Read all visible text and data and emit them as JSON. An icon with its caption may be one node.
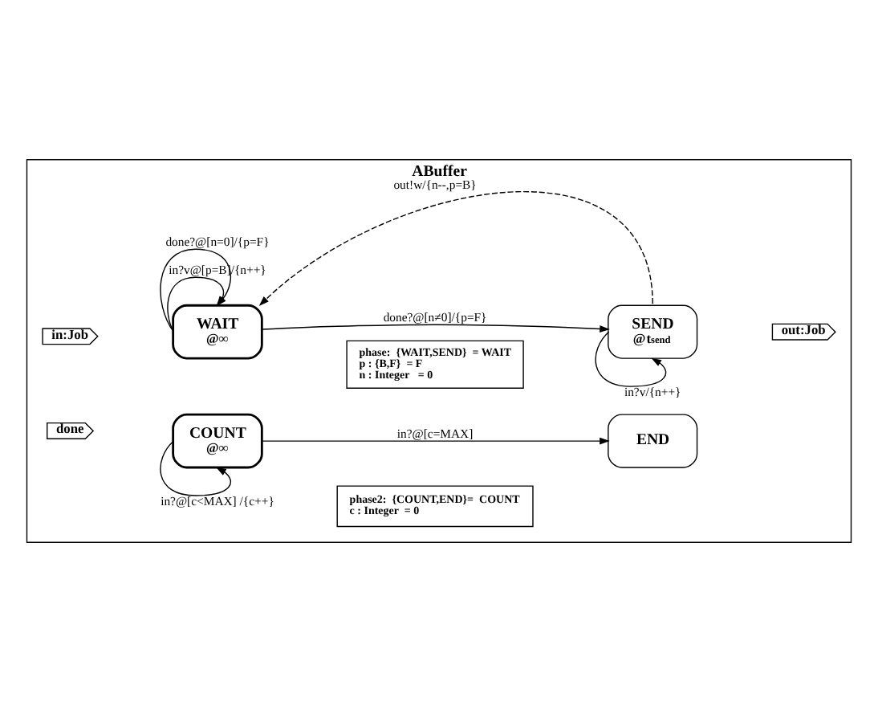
{
  "diagram": {
    "nodes": [
      {
        "text": [
          "ABuffer"
        ]
      },
      {
        "text": [
          "in:Job"
        ],
        "in": 0
      },
      {
        "text": [
          "done"
        ],
        "in": 0
      },
      {
        "text": [
          "WAIT",
          "@∞"
        ],
        "in": 0
      },
      {
        "text": [
          "SEND",
          "@**t**$_{send}$"
        ],
        "in": 0
      },
      {
        "text": [
          "out:Job"
        ],
        "in": 0
      },
      {
        "text": [
          "phase:  {WAIT,SEND}  = WAIT",
          "p : {B,F}  = F",
          "n : Integer   = 0"
        ],
        "in": 0
      },
      {
        "text": [
          "COUNT",
          "@∞"
        ],
        "in": 0
      },
      {
        "text": [
          "END"
        ],
        "in": 0
      },
      {
        "text": [
          "phase2:  {COUNT,END}=  COUNT",
          "c : Integer  = 0"
        ],
        "in": 0
      }
    ],
    "edges": [
      {
        "from": 3,
        "to": 3,
        "arrow": "to",
        "label": "in?v@[p=B]/{n++}"
      },
      {
        "from": 4,
        "to": 3,
        "arrow": "to",
        "label": "out!w/{n--,p=B}",
        "style": "dashed"
      },
      {
        "from": 4,
        "to": 4,
        "arrow": "to",
        "label": "in?v/{n++}"
      },
      {
        "from": 3,
        "to": 3,
        "arrow": "to",
        "label": "done?@[n=0]/{p=F}"
      },
      {
        "from": 3,
        "to": 4,
        "arrow": "to",
        "label": "done?@[n≠0]/{p=F}"
      },
      {
        "from": 7,
        "to": 8,
        "arrow": "to",
        "label": "in?@[c=MAX]"
      },
      {
        "from": 7,
        "to": 7,
        "arrow": "to",
        "label": "in?@[c<MAX] /{c++}"
      }
    ]
  }
}
